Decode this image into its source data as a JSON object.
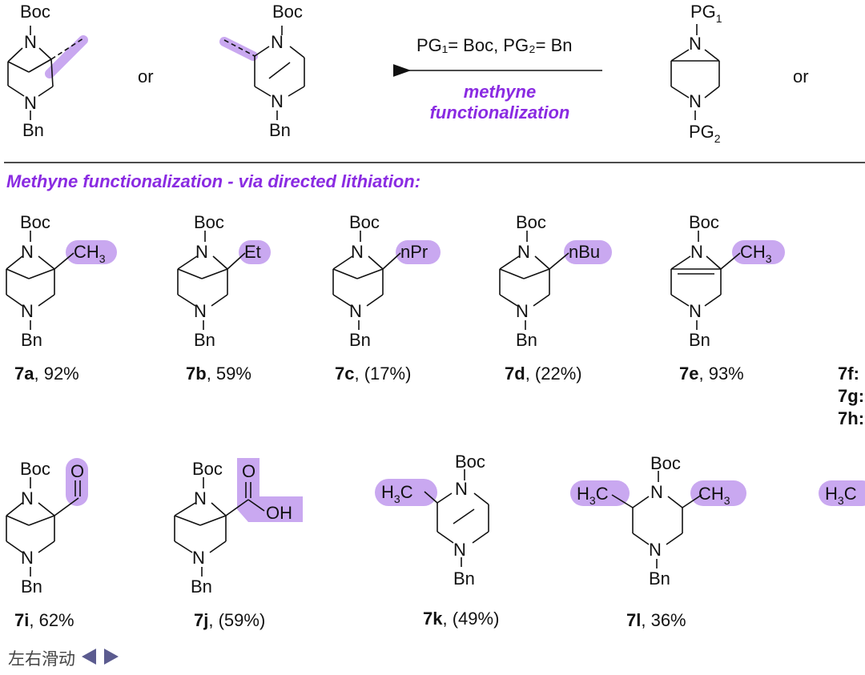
{
  "reaction": {
    "condition": "PG₁= Boc, PG₂= Bn",
    "reagent_line1": "methyne",
    "reagent_line2": "functionalization",
    "or_left": "or",
    "or_right": "or"
  },
  "labels": {
    "boc": "Boc",
    "bn": "Bn",
    "n": "N",
    "pg": "PG",
    "pg1_sub": "1",
    "pg2_sub": "2",
    "ch3_base": "CH",
    "h3c_base": "H",
    "h3c_c": "C",
    "sub3": "3",
    "et": "Et",
    "npr": "nPr",
    "nbu": "nBu",
    "o": "O",
    "oh": "OH"
  },
  "section_heading": "Methyne functionalization - via directed lithiation:",
  "compounds": [
    {
      "id": "7a",
      "yield": ", 92%"
    },
    {
      "id": "7b",
      "yield": ", 59%"
    },
    {
      "id": "7c",
      "yield": ", (17%)"
    },
    {
      "id": "7d",
      "yield": ", (22%)"
    },
    {
      "id": "7e",
      "yield": ", 93%"
    },
    {
      "id": "7f",
      "yield": ":"
    },
    {
      "id": "7g",
      "yield": ":"
    },
    {
      "id": "7h",
      "yield": ":"
    },
    {
      "id": "7i",
      "yield": ", 62%"
    },
    {
      "id": "7j",
      "yield": ", (59%)"
    },
    {
      "id": "7k",
      "yield": ", (49%)"
    },
    {
      "id": "7l",
      "yield": ", 36%"
    }
  ],
  "nav": {
    "label": "左右滑动",
    "left_icon": "triangle-left-icon",
    "right_icon": "triangle-right-icon"
  },
  "colors": {
    "highlight": "#c9a8f0",
    "accent": "#8a2be2",
    "nav_arrow": "#5b5b8f"
  }
}
